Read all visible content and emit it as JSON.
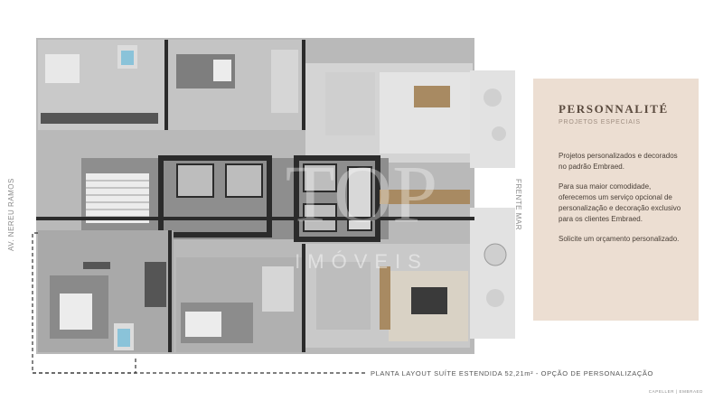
{
  "plan": {
    "street_left": "AV. NEREU RAMOS",
    "street_right": "FRENTE MAR",
    "watermark_line1": "TOP",
    "watermark_line2": "IMÓVEIS",
    "caption": "PLANTA LAYOUT SUÍTE ESTENDIDA 52,21m² - OPÇÃO DE PERSONALIZAÇÃO"
  },
  "card": {
    "title": "PERSONNALITÉ",
    "subtitle": "PROJETOS ESPECIAIS",
    "paragraphs": [
      "Projetos personalizados e decorados no padrão Embraed.",
      "Para sua maior comodidade, oferecemos um serviço opcional de personalização e decoração exclusivo para os clientes Embraed.",
      "Solicite um orçamento personalizado."
    ]
  },
  "footer": {
    "brand": "CAPELLER | EMBRAED"
  },
  "colors": {
    "card_bg": "#ecded2",
    "wall": "#2b2b2b",
    "floor_wood": "#a88a62",
    "floor_grey": "#9a9a9a"
  }
}
